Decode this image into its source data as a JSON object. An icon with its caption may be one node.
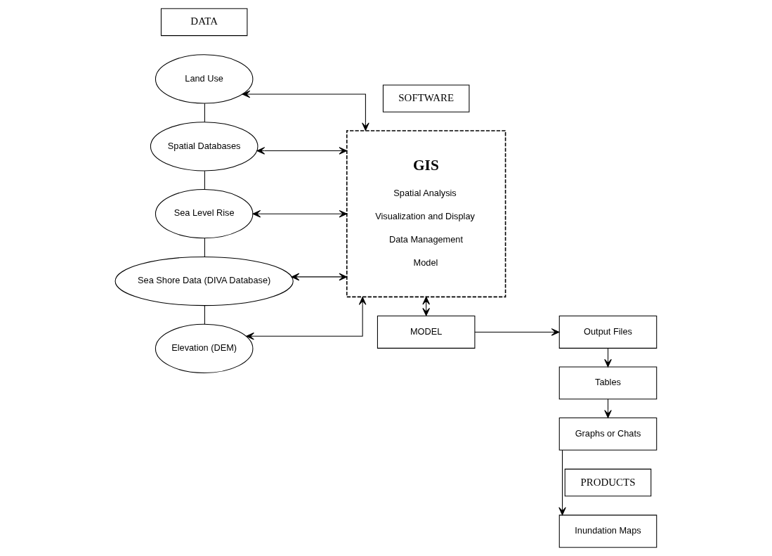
{
  "diagram": {
    "nodes": [
      {
        "text": [
          "DATA"
        ]
      },
      {
        "text": [
          "SOFTWARE"
        ]
      },
      {
        "text": [
          "PRODUCTS"
        ]
      },
      {
        "text": [
          "Land Use"
        ]
      },
      {
        "text": [
          "Spatial Databases"
        ]
      },
      {
        "text": [
          "Sea Level Rise"
        ]
      },
      {
        "text": [
          "Sea Shore Data (DIVA Database)"
        ]
      },
      {
        "text": [
          "Elevation (DEM)"
        ]
      },
      {
        "text": [
          "GIS",
          "Spatial Analysis",
          "Visualization and Display",
          "Data Management",
          "Model"
        ]
      },
      {
        "text": [
          "MODEL"
        ]
      },
      {
        "text": [
          "Inundation Maps"
        ]
      },
      {
        "text": [
          "Graphs or Chats"
        ]
      },
      {
        "text": [
          "Tables"
        ]
      },
      {
        "text": [
          "Output Files"
        ]
      }
    ],
    "edges": [
      {
        "from": 3,
        "to": 4,
        "arrow": "none"
      },
      {
        "from": 4,
        "to": 5,
        "arrow": "none"
      },
      {
        "from": 5,
        "to": 6,
        "arrow": "none"
      },
      {
        "from": 6,
        "to": 7,
        "arrow": "none"
      },
      {
        "from": 3,
        "to": 8,
        "arrow": "both"
      },
      {
        "from": 4,
        "to": 8,
        "arrow": "both"
      },
      {
        "from": 5,
        "to": 8,
        "arrow": "both"
      },
      {
        "from": 6,
        "to": 8,
        "arrow": "both"
      },
      {
        "from": 7,
        "to": 8,
        "arrow": "both"
      },
      {
        "from": 8,
        "to": 9,
        "arrow": "both"
      },
      {
        "from": 9,
        "to": 13,
        "arrow": "to"
      },
      {
        "from": 13,
        "to": 12,
        "arrow": "to"
      },
      {
        "from": 12,
        "to": 11,
        "arrow": "to"
      },
      {
        "from": 11,
        "to": 10,
        "arrow": "to"
      }
    ]
  }
}
